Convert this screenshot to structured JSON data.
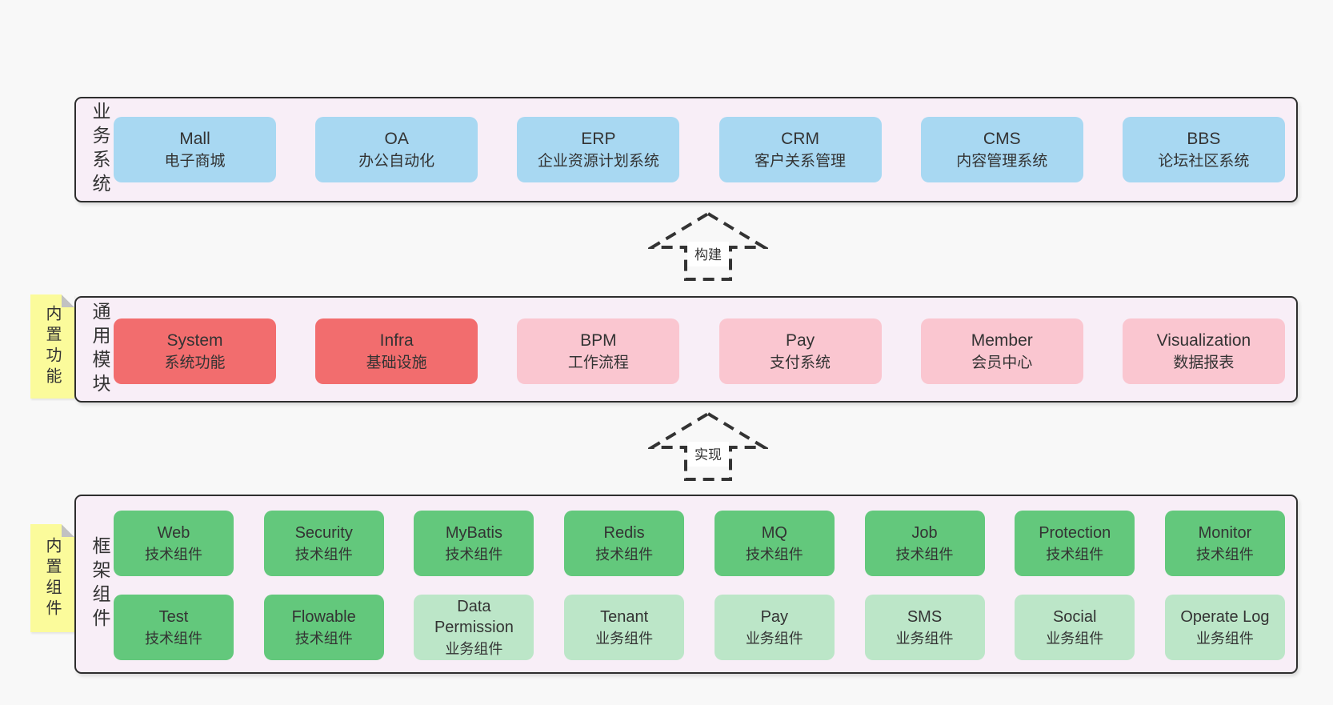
{
  "colors": {
    "page_bg": "#f8f8f8",
    "band_bg": "#f8eef7",
    "band_border": "#2e2e2e",
    "blue_box": "#a8d8f2",
    "red_box": "#f26d6e",
    "pink_box": "#fac6d0",
    "green_box": "#63c87c",
    "light_green_box": "#bce6c8",
    "sticky_bg": "#fbfb9b",
    "sticky_fold": "#c2c2c2",
    "text": "#333333"
  },
  "bands": [
    {
      "label": "业务系统",
      "boxes": [
        {
          "title": "Mall",
          "subtitle": "电子商城"
        },
        {
          "title": "OA",
          "subtitle": "办公自动化"
        },
        {
          "title": "ERP",
          "subtitle": "企业资源计划系统"
        },
        {
          "title": "CRM",
          "subtitle": "客户关系管理"
        },
        {
          "title": "CMS",
          "subtitle": "内容管理系统"
        },
        {
          "title": "BBS",
          "subtitle": "论坛社区系统"
        }
      ]
    },
    {
      "label": "通用模块",
      "sticky": "内置功能",
      "boxes": [
        {
          "title": "System",
          "subtitle": "系统功能"
        },
        {
          "title": "Infra",
          "subtitle": "基础设施"
        },
        {
          "title": "BPM",
          "subtitle": "工作流程"
        },
        {
          "title": "Pay",
          "subtitle": "支付系统"
        },
        {
          "title": "Member",
          "subtitle": "会员中心"
        },
        {
          "title": "Visualization",
          "subtitle": "数据报表"
        }
      ]
    },
    {
      "label": "框架组件",
      "sticky": "内置组件",
      "rows": [
        [
          {
            "title": "Web",
            "subtitle": "技术组件"
          },
          {
            "title": "Security",
            "subtitle": "技术组件"
          },
          {
            "title": "MyBatis",
            "subtitle": "技术组件"
          },
          {
            "title": "Redis",
            "subtitle": "技术组件"
          },
          {
            "title": "MQ",
            "subtitle": "技术组件"
          },
          {
            "title": "Job",
            "subtitle": "技术组件"
          },
          {
            "title": "Protection",
            "subtitle": "技术组件"
          },
          {
            "title": "Monitor",
            "subtitle": "技术组件"
          }
        ],
        [
          {
            "title": "Test",
            "subtitle": "技术组件"
          },
          {
            "title": "Flowable",
            "subtitle": "技术组件"
          },
          {
            "title": "Data Permission",
            "subtitle": "业务组件"
          },
          {
            "title": "Tenant",
            "subtitle": "业务组件"
          },
          {
            "title": "Pay",
            "subtitle": "业务组件"
          },
          {
            "title": "SMS",
            "subtitle": "业务组件"
          },
          {
            "title": "Social",
            "subtitle": "业务组件"
          },
          {
            "title": "Operate Log",
            "subtitle": "业务组件"
          }
        ]
      ]
    }
  ],
  "arrows": [
    {
      "label": "构建"
    },
    {
      "label": "实现"
    }
  ]
}
